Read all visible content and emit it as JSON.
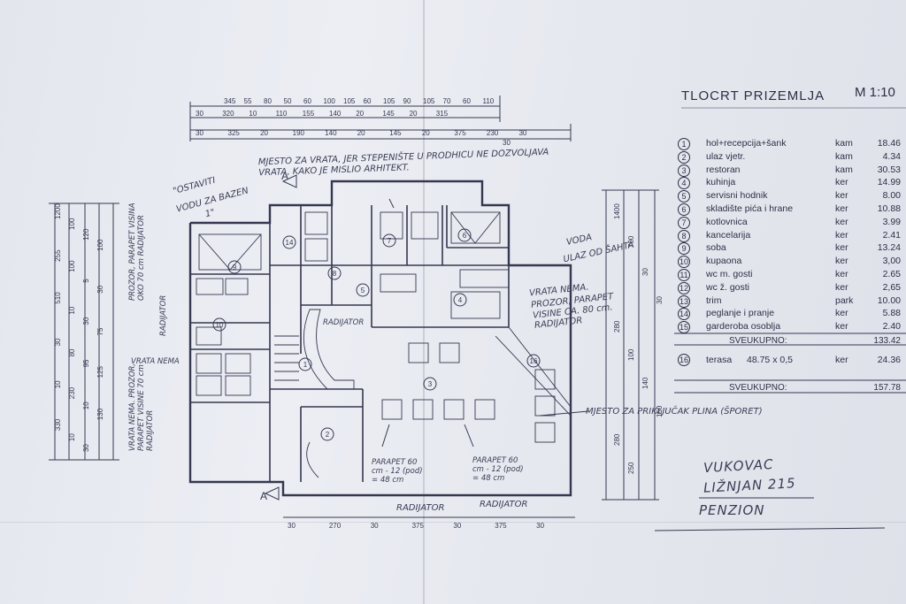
{
  "title": "TLOCRT PRIZEMLJA",
  "scale": "M 1:10",
  "rooms": [
    {
      "num": "1",
      "name": "hol+recepcija+šank",
      "floor": "kam",
      "area": "18.46"
    },
    {
      "num": "2",
      "name": "ulaz vjetr.",
      "floor": "kam",
      "area": "4.34"
    },
    {
      "num": "3",
      "name": "restoran",
      "floor": "kam",
      "area": "30.53"
    },
    {
      "num": "4",
      "name": "kuhinja",
      "floor": "ker",
      "area": "14.99"
    },
    {
      "num": "5",
      "name": "servisni hodnik",
      "floor": "ker",
      "area": "8.00"
    },
    {
      "num": "6",
      "name": "skladište pića i hrane",
      "floor": "ker",
      "area": "10.88"
    },
    {
      "num": "7",
      "name": "kotlovnica",
      "floor": "ker",
      "area": "3.99"
    },
    {
      "num": "8",
      "name": "kancelarija",
      "floor": "ker",
      "area": "2.41"
    },
    {
      "num": "9",
      "name": "soba",
      "floor": "ker",
      "area": "13.24"
    },
    {
      "num": "10",
      "name": "kupaona",
      "floor": "ker",
      "area": "3,00"
    },
    {
      "num": "11",
      "name": "wc m. gosti",
      "floor": "ker",
      "area": "2.65"
    },
    {
      "num": "12",
      "name": "wc ž. gosti",
      "floor": "ker",
      "area": "2,65"
    },
    {
      "num": "13",
      "name": "trim",
      "floor": "park",
      "area": "10.00"
    },
    {
      "num": "14",
      "name": "peglanje i pranje",
      "floor": "ker",
      "area": "5.88"
    },
    {
      "num": "15",
      "name": "garderoba osoblja",
      "floor": "ker",
      "area": "2.40"
    }
  ],
  "subtotal": {
    "label": "SVEUKUPNO:",
    "value": "133.42"
  },
  "terrace": {
    "num": "16",
    "name": "terasa",
    "dims": "48.75 x 0,5",
    "floor": "ker",
    "area": "24.36"
  },
  "grand_total": {
    "label": "SVEUKUPNO:",
    "value": "157.78"
  },
  "handwritten": {
    "notes_top": "MJESTO ZA VRATA, JER STEPENIŠTE U PRODHICU NE DOZVOLJAVA VRATA, KAKO JE MISLIO ARHITEKT.",
    "note_bazen_1": "\"OSTAVITI",
    "note_bazen_2": "VODU ZA BAZEN",
    "note_bazen_3": "1\"",
    "note_voda": "VODA",
    "note_ulaz": "ULAZ OD ŠAHTA",
    "note_vrata_1": "VRATA NEMA.",
    "note_vrata_2": "PROZOR, PARAPET",
    "note_vrata_3": "VISINE CA. 80 cm.",
    "note_vrata_4": "RADIJATOR",
    "note_plin": "MJESTO ZA PRIKLJUČAK PLINA (ŠPORET)",
    "parapet_1": "PARAPET 60 cm - 12 (pod) = 48 cm",
    "parapet_2": "PARAPET 60 cm - 12 (pod) = 48 cm",
    "radijator_1": "RADIJATOR",
    "radijator_2": "RADIJATOR",
    "address_1": "VUKOVAC",
    "address_2": "LIŽNJAN 215",
    "address_3": "PENZION",
    "left_note_1": "PROZOR, PARAPET VISINA OKO 70 cm RADIJATOR",
    "left_note_2": "RADIJATOR",
    "left_note_3": "VRATA NEMA. PROZOR, PARAPET VISINE 70 cm RADIJATOR",
    "left_vertical": "VRATA NEMA",
    "section_a": "A",
    "radijator_mid": "RADIJATOR"
  },
  "dims_top_row1": [
    "345",
    "55",
    "80",
    "50",
    "60",
    "100",
    "105",
    "60",
    "105",
    "90",
    "105",
    "70",
    "60",
    "110"
  ],
  "dims_top_row2": [
    "30",
    "320",
    "10",
    "110",
    "155",
    "140",
    "20",
    "145",
    "20",
    "315"
  ],
  "dims_top_row3": [
    "30",
    "325",
    "20",
    "190",
    "140",
    "20",
    "145",
    "20",
    "375",
    "230",
    "30"
  ],
  "dims_top_row4": [
    "30"
  ],
  "dims_bottom": [
    "30",
    "270",
    "30",
    "375",
    "30",
    "375",
    "30"
  ],
  "dims_left": [
    "1200",
    "100",
    "120",
    "100",
    "255",
    "100",
    "5",
    "30",
    "510",
    "10",
    "30",
    "75",
    "30",
    "80",
    "95",
    "125",
    "10",
    "230",
    "10",
    "130",
    "330",
    "10",
    "30"
  ],
  "dims_right": [
    "1400",
    "700",
    "30",
    "30",
    "280",
    "100",
    "140",
    "150",
    "280",
    "250"
  ],
  "colors": {
    "ink": "#2c2f45",
    "paper": "#e8eaf1",
    "pencil": "#3a3d55"
  }
}
